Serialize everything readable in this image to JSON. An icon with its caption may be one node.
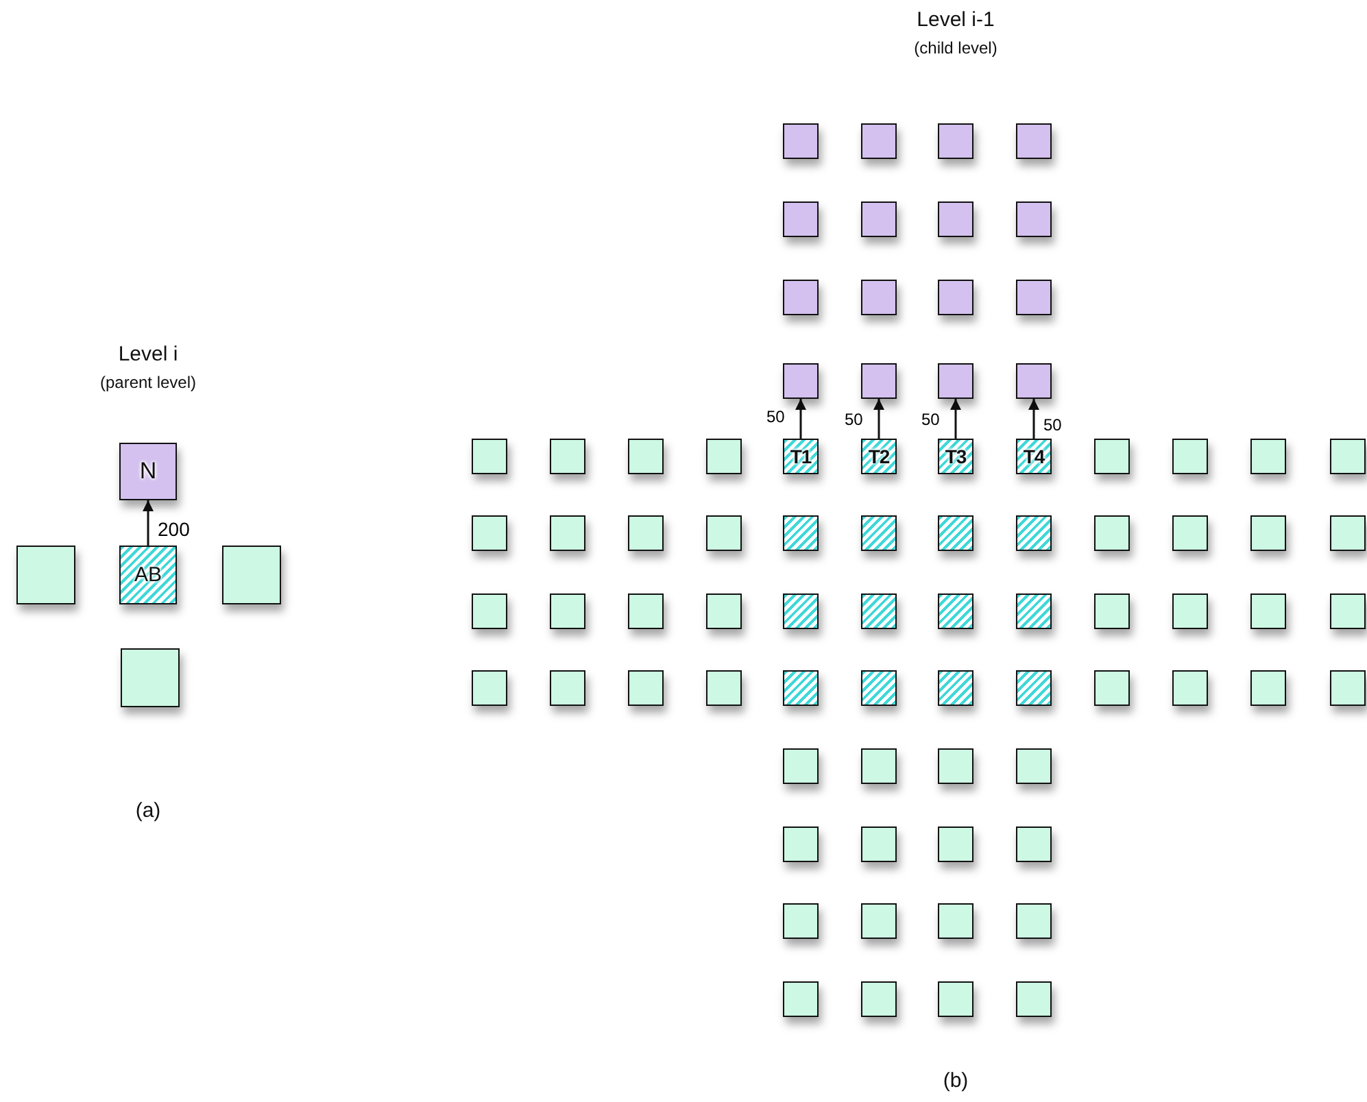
{
  "diagram": {
    "nodes": [
      {
        "text": [
          "N"
        ]
      },
      {
        "text": [],
        "shape": "box"
      },
      {
        "text": [
          "AB"
        ]
      },
      {
        "text": [],
        "shape": "box"
      },
      {
        "text": [],
        "shape": "box"
      },
      {
        "text": [],
        "shape": "box"
      },
      {
        "text": [],
        "shape": "box"
      },
      {
        "text": [],
        "shape": "box"
      },
      {
        "text": [],
        "shape": "box"
      },
      {
        "text": [],
        "shape": "box"
      },
      {
        "text": [],
        "shape": "box"
      },
      {
        "text": [],
        "shape": "box"
      },
      {
        "text": [],
        "shape": "box"
      },
      {
        "text": [],
        "shape": "box"
      },
      {
        "text": [],
        "shape": "box"
      },
      {
        "text": [],
        "shape": "box"
      },
      {
        "text": [],
        "shape": "box"
      },
      {
        "text": [],
        "shape": "box"
      },
      {
        "text": [],
        "shape": "box"
      },
      {
        "text": [],
        "shape": "box"
      },
      {
        "text": [],
        "shape": "box"
      },
      {
        "text": [],
        "shape": "box"
      },
      {
        "text": [],
        "shape": "box"
      },
      {
        "text": [],
        "shape": "box"
      },
      {
        "text": [],
        "shape": "box"
      },
      {
        "text": [
          "T1"
        ]
      },
      {
        "text": [
          "T2"
        ]
      },
      {
        "text": [
          "T3"
        ]
      },
      {
        "text": [
          "T4"
        ]
      },
      {
        "text": [],
        "shape": "box"
      },
      {
        "text": [],
        "shape": "box"
      },
      {
        "text": [],
        "shape": "box"
      },
      {
        "text": [],
        "shape": "box"
      },
      {
        "text": [],
        "shape": "box"
      },
      {
        "text": [],
        "shape": "box"
      },
      {
        "text": [],
        "shape": "box"
      },
      {
        "text": [],
        "shape": "box"
      },
      {
        "text": [],
        "shape": "box"
      },
      {
        "text": [],
        "shape": "box"
      },
      {
        "text": [],
        "shape": "box"
      },
      {
        "text": [],
        "shape": "box"
      },
      {
        "text": [],
        "shape": "box"
      },
      {
        "text": [],
        "shape": "box"
      },
      {
        "text": [],
        "shape": "box"
      },
      {
        "text": [],
        "shape": "box"
      },
      {
        "text": [],
        "shape": "box"
      },
      {
        "text": [],
        "shape": "box"
      },
      {
        "text": [],
        "shape": "box"
      },
      {
        "text": [],
        "shape": "box"
      },
      {
        "text": [],
        "shape": "box"
      },
      {
        "text": [],
        "shape": "box"
      },
      {
        "text": [],
        "shape": "box"
      },
      {
        "text": [],
        "shape": "box"
      },
      {
        "text": [],
        "shape": "box"
      },
      {
        "text": [],
        "shape": "box"
      },
      {
        "text": [],
        "shape": "box"
      },
      {
        "text": [],
        "shape": "box"
      },
      {
        "text": [],
        "shape": "box"
      },
      {
        "text": [],
        "shape": "box"
      },
      {
        "text": [],
        "shape": "box"
      },
      {
        "text": [],
        "shape": "box"
      },
      {
        "text": [],
        "shape": "box"
      },
      {
        "text": [],
        "shape": "box"
      },
      {
        "text": [],
        "shape": "box"
      },
      {
        "text": [],
        "shape": "box"
      },
      {
        "text": [],
        "shape": "box"
      },
      {
        "text": [],
        "shape": "box"
      },
      {
        "text": [],
        "shape": "box"
      },
      {
        "text": [],
        "shape": "box"
      },
      {
        "text": [],
        "shape": "box"
      },
      {
        "text": [],
        "shape": "box"
      },
      {
        "text": [],
        "shape": "box"
      },
      {
        "text": [],
        "shape": "box"
      },
      {
        "text": [],
        "shape": "box"
      },
      {
        "text": [],
        "shape": "box"
      },
      {
        "text": [],
        "shape": "box"
      },
      {
        "text": [],
        "shape": "box"
      },
      {
        "text": [],
        "shape": "box"
      },
      {
        "text": [],
        "shape": "box"
      },
      {
        "text": [],
        "shape": "box"
      },
      {
        "text": [],
        "shape": "box"
      },
      {
        "text": [],
        "shape": "box"
      },
      {
        "text": [],
        "shape": "box"
      },
      {
        "text": [],
        "shape": "box"
      },
      {
        "text": [],
        "shape": "box"
      }
    ],
    "edges": [
      {
        "from": 2,
        "to": 0,
        "label": "200",
        "arrow": "to"
      },
      {
        "from": 25,
        "to": 17,
        "label": "50",
        "arrow": "to"
      },
      {
        "from": 26,
        "to": 18,
        "label": "50",
        "arrow": "to"
      },
      {
        "from": 27,
        "to": 19,
        "label": "50",
        "arrow": "to"
      },
      {
        "from": 28,
        "to": 20,
        "label": "50",
        "arrow": "to"
      }
    ],
    "labels": [
      "Level i-1",
      "(child level)",
      "Level i",
      "(parent level)",
      "(a)",
      "(b)"
    ]
  }
}
